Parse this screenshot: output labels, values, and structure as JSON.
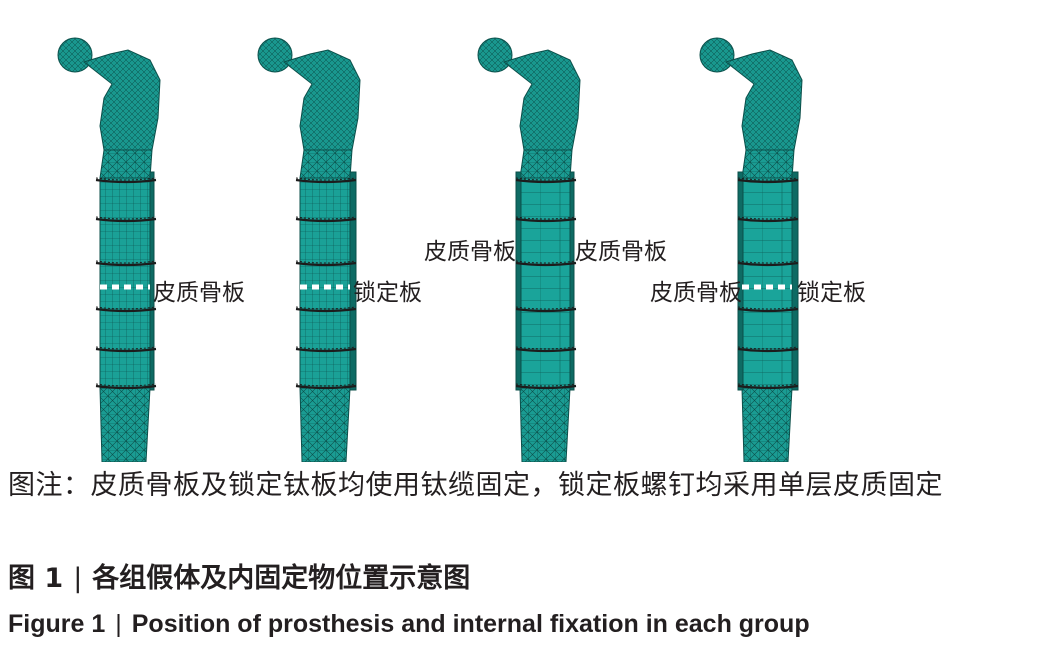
{
  "colors": {
    "mesh": "#1a9c93",
    "mesh_dark": "#0e6b64",
    "mesh_line": "#0b4f4a",
    "cable": "#1c1c1c",
    "text": "#231f20"
  },
  "models": [
    {
      "id": "a",
      "labels": [
        "皮质骨板"
      ]
    },
    {
      "id": "b",
      "labels": [
        "锁定板"
      ]
    },
    {
      "id": "c",
      "labels": [
        "皮质骨板",
        "皮质骨板"
      ]
    },
    {
      "id": "d",
      "labels": [
        "皮质骨板",
        "锁定板"
      ]
    }
  ],
  "note": "图注：皮质骨板及锁定钛板均使用钛缆固定，锁定板螺钉均采用单层皮质固定",
  "caption_cn": {
    "prefix": "图 1",
    "separator": "|",
    "text": "各组假体及内固定物位置示意图"
  },
  "caption_en": {
    "prefix": "Figure 1",
    "separator": "|",
    "text": "Position of prosthesis and internal fixation in each group"
  }
}
